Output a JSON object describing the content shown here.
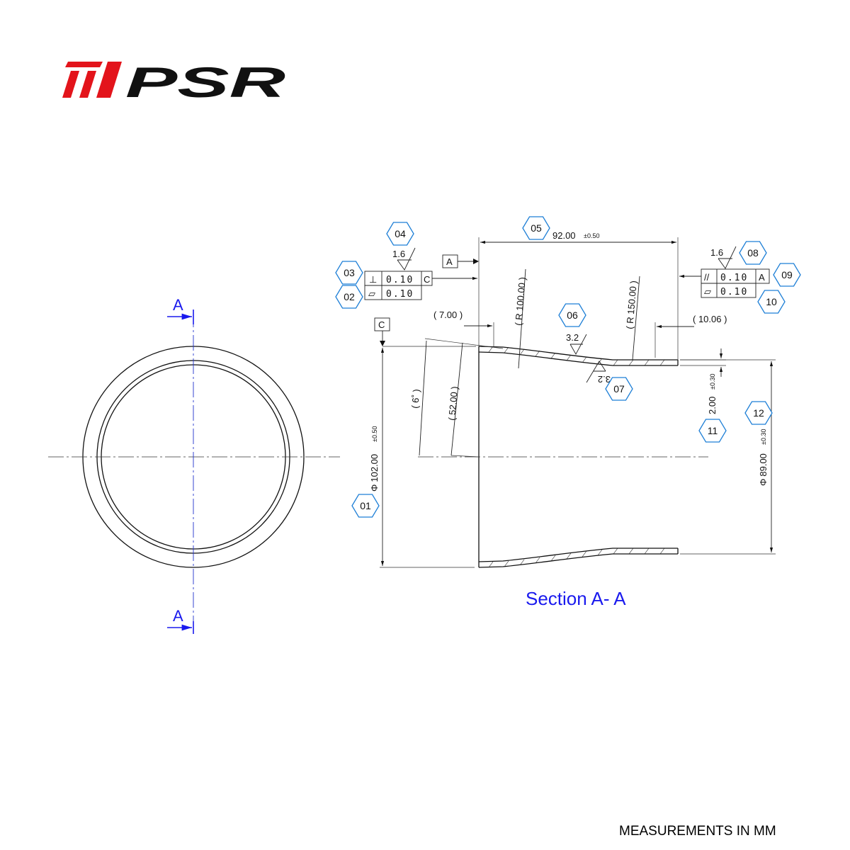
{
  "logo": {
    "text": "PSR",
    "primary_color": "#e3141b",
    "secondary_color": "#111111"
  },
  "section_marks": {
    "top": "A",
    "bottom": "A"
  },
  "section_title": "Section  A- A",
  "footer_note": "MEASUREMENTS IN MM",
  "datums": {
    "a": "A",
    "c": "C"
  },
  "callouts": {
    "c01": "01",
    "c02": "02",
    "c03": "03",
    "c04": "04",
    "c05": "05",
    "c06": "06",
    "c07": "07",
    "c08": "08",
    "c09": "09",
    "c10": "10",
    "c11": "11",
    "c12": "12"
  },
  "dimensions": {
    "length": "92.00",
    "length_tol": "±0.50",
    "outer_diameter": "102.00",
    "outer_diameter_tol": "±0.50",
    "inner_diameter": "89.00",
    "inner_diameter_tol": "±0.30",
    "wall": "2.00",
    "wall_tol": "±0.30",
    "offset_left": "( 7.00 )",
    "offset_right": "( 10.06 )",
    "radius_left": "( R 100.00 )",
    "radius_right": "( R 150.00 )",
    "taper_angle": "( 6˚ )",
    "taper_length": "( 52.00 )",
    "diameter_symbol": "Φ"
  },
  "roughness": {
    "left": "1.6",
    "right": "1.6",
    "outer": "3.2",
    "inner": "3.2"
  },
  "fcf_left": {
    "row1": {
      "symbol": "⊥",
      "value": "0.10",
      "datum": "C"
    },
    "row2": {
      "symbol": "▱",
      "value": "0.10"
    }
  },
  "fcf_right": {
    "row1": {
      "symbol": "//",
      "value": "0.10",
      "datum": "A"
    },
    "row2": {
      "symbol": "▱",
      "value": "0.10"
    }
  }
}
